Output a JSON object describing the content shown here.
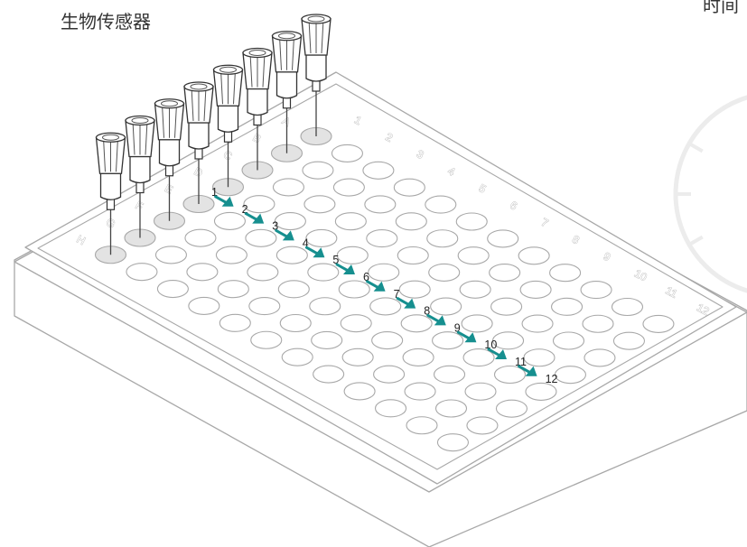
{
  "labels": {
    "biosensor_title": "生物传感器",
    "time_title": "时间"
  },
  "plate": {
    "rows": [
      "A",
      "B",
      "C",
      "D",
      "E",
      "F",
      "G",
      "H"
    ],
    "columns": [
      "1",
      "2",
      "3",
      "4",
      "5",
      "6",
      "7",
      "8",
      "9",
      "10",
      "11",
      "12"
    ]
  },
  "steps": [
    "1",
    "2",
    "3",
    "4",
    "5",
    "6",
    "7",
    "8",
    "9",
    "10",
    "11",
    "12"
  ],
  "colors": {
    "outline": "#a8a8a8",
    "sample_well": "#e3e3e3",
    "arrow": "#168f8f",
    "text": "#333333"
  }
}
